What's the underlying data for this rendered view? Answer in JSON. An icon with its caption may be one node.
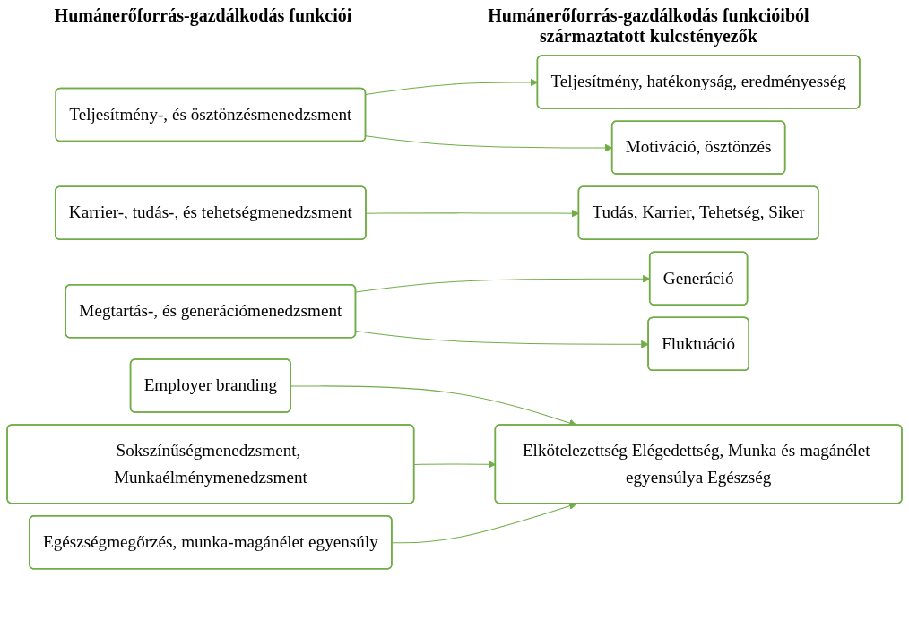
{
  "diagram": {
    "nodes": [
      {
        "text": [
          "Teljesítmény-, és ösztönzésmenedzsment"
        ]
      },
      {
        "text": [
          "Teljesítmény, hatékonyság, eredményesség"
        ]
      },
      {
        "text": [
          "Motiváció, ösztönzés"
        ]
      },
      {
        "text": [
          "Karrier-, tudás-, és tehetségmenedzsment"
        ]
      },
      {
        "text": [
          "Tudás, Karrier, Tehetség, Siker"
        ]
      },
      {
        "text": [
          "Megtartás-, és generációmenedzsment"
        ]
      },
      {
        "text": [
          "Generáció"
        ]
      },
      {
        "text": [
          "Fluktuáció"
        ]
      },
      {
        "text": [
          "Employer branding"
        ]
      },
      {
        "text": [
          "Sokszínűségmenedzsment, Munkaélménymenedzsment"
        ]
      },
      {
        "text": [
          "Elkötelezettség Elégedettség, Munka és magánélet egyensúlya Egészség"
        ]
      },
      {
        "text": [
          "Egészségmegőrzés, munka-magánélet egyensúly"
        ]
      }
    ],
    "edges": [
      {
        "from": 0,
        "to": 1,
        "arrow": "to"
      },
      {
        "from": 0,
        "to": 2,
        "arrow": "to"
      },
      {
        "from": 3,
        "to": 4,
        "arrow": "to"
      },
      {
        "from": 5,
        "to": 6,
        "arrow": "to"
      },
      {
        "from": 5,
        "to": 7,
        "arrow": "to"
      },
      {
        "from": 8,
        "to": 10,
        "arrow": "to"
      },
      {
        "from": 9,
        "to": 10,
        "arrow": "to"
      },
      {
        "from": 11,
        "to": 10,
        "arrow": "to"
      }
    ],
    "labels": [
      "Humánerőforrás-gazdálkodás funkciói",
      "Humánerőforrás-gazdálkodás funkcióiból származtatott kulcstényezők"
    ]
  }
}
